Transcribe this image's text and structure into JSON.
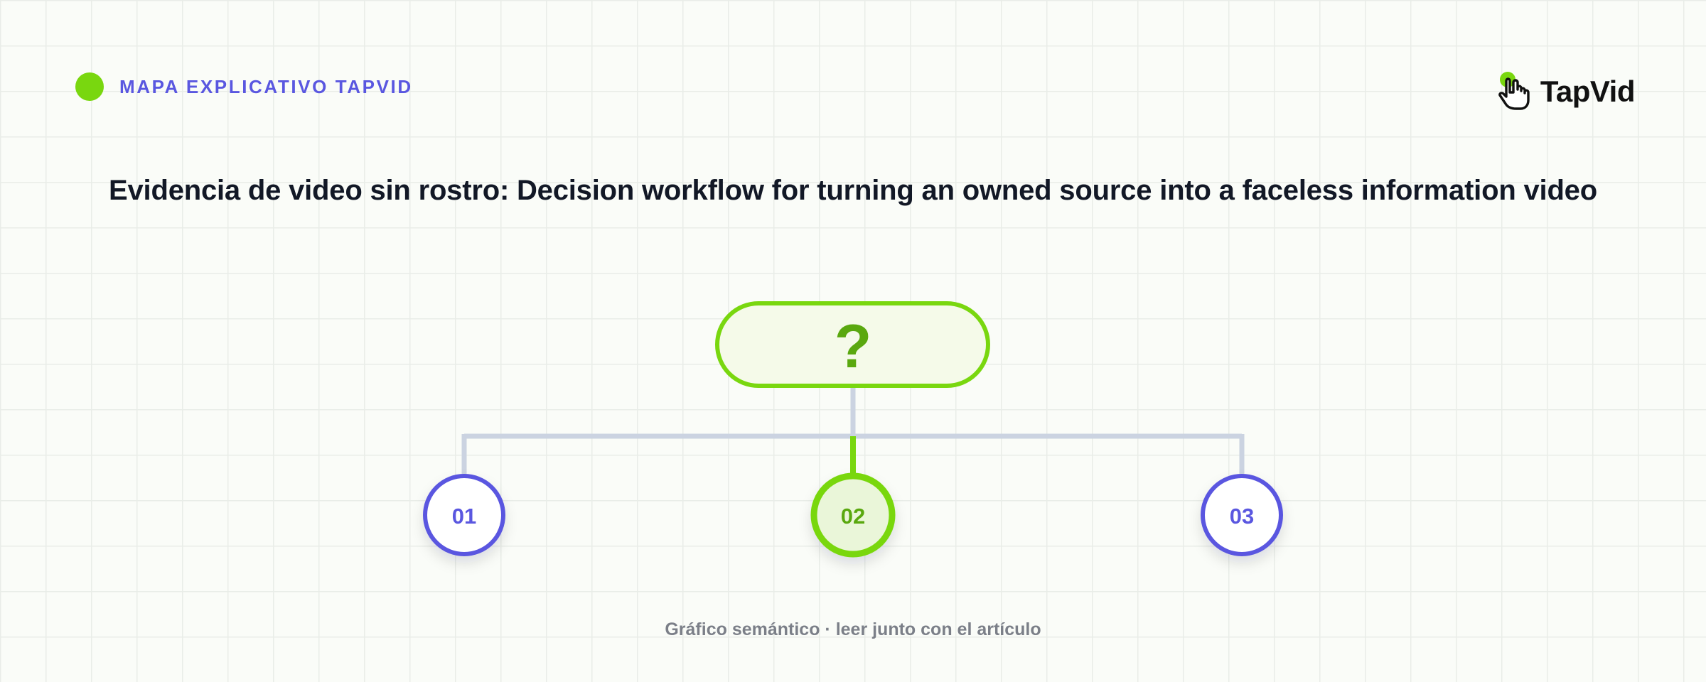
{
  "header": {
    "eyebrow_label": "MAPA EXPLICATIVO TAPVID",
    "brand_name": "TapVid"
  },
  "title": "Evidencia de video sin rostro: Decision workflow for turning an owned source into a faceless information video",
  "diagram": {
    "decision_symbol": "?",
    "options": [
      {
        "label": "01",
        "highlighted": false
      },
      {
        "label": "02",
        "highlighted": true
      },
      {
        "label": "03",
        "highlighted": false
      }
    ]
  },
  "footer": {
    "caption": "Gráfico semántico · leer junto con el artículo"
  },
  "colors": {
    "accent_green": "#79d70f",
    "accent_green_dark": "#5aa80f",
    "accent_indigo": "#5a57e0",
    "connector_gray": "#cbd3e1",
    "title_text": "#121826",
    "caption_text": "#7b7f88"
  },
  "icons": {
    "brand_logo": "pointing-hand-tap-icon",
    "eyebrow_marker": "green-dot-icon"
  }
}
